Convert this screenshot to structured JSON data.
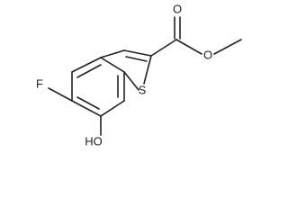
{
  "molecule": {
    "atoms": {
      "oxygen_carbonyl": "O",
      "oxygen_ester": "O",
      "sulfur": "S",
      "fluorine": "F",
      "hydroxyl": "HO"
    }
  }
}
